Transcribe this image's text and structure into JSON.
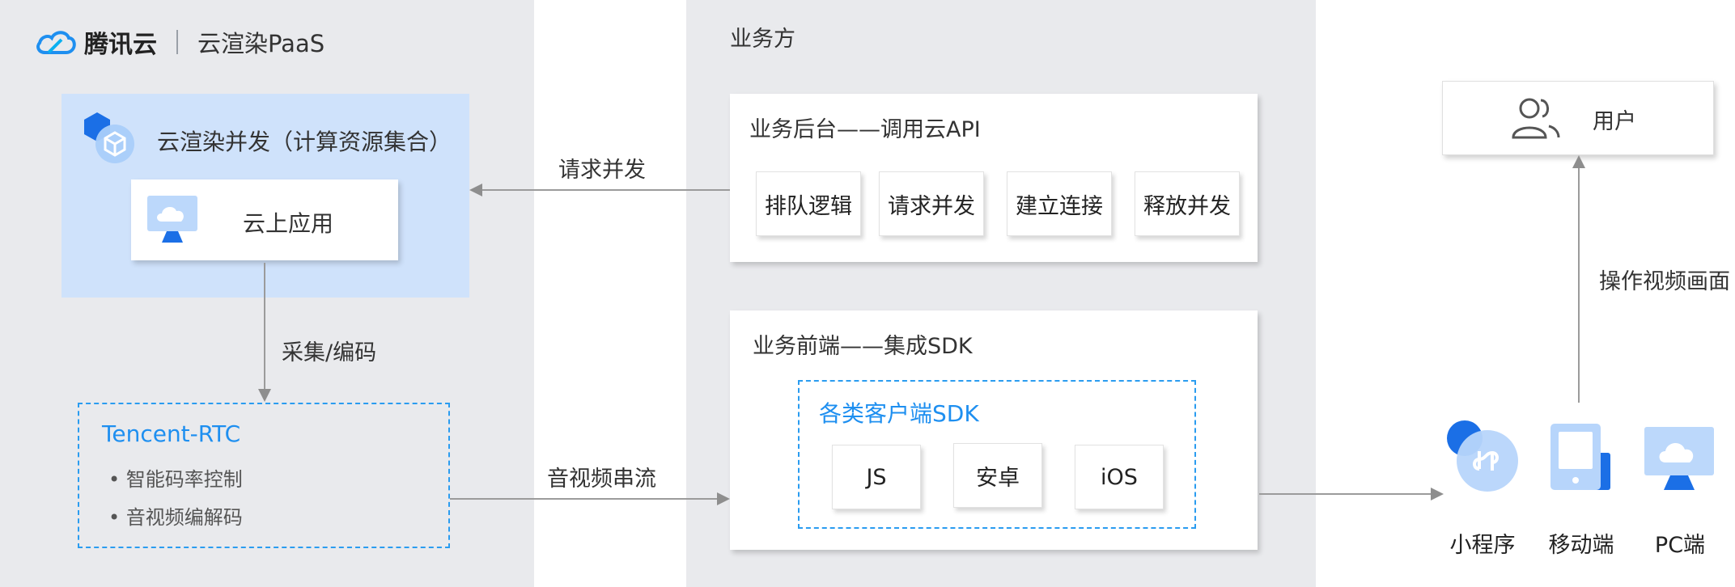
{
  "brand": {
    "logo_text": "腾讯云",
    "product": "云渲染PaaS"
  },
  "colors": {
    "accent": "#1e8ff0",
    "blue_area": "#cfe2fb",
    "gray_panel": "#e9eaed"
  },
  "left": {
    "concurrency_title": "云渲染并发（计算资源集合）",
    "cloud_app": "云上应用",
    "capture_label": "采集/编码",
    "rtc": {
      "title": "Tencent-RTC",
      "items": [
        "智能码率控制",
        "音视频编解码"
      ]
    }
  },
  "middle": {
    "section_label": "业务方",
    "backend": {
      "title": "业务后台——调用云API",
      "actions": [
        "排队逻辑",
        "请求并发",
        "建立连接",
        "释放并发"
      ]
    },
    "frontend": {
      "title": "业务前端——集成SDK",
      "sdk_title": "各类客户端SDK",
      "sdks": [
        "JS",
        "安卓",
        "iOS"
      ]
    }
  },
  "edges": {
    "request_label": "请求并发",
    "stream_label": "音视频串流",
    "operate_label": "操作视频画面"
  },
  "right": {
    "user_label": "用户",
    "devices": [
      "小程序",
      "移动端",
      "PC端"
    ]
  }
}
